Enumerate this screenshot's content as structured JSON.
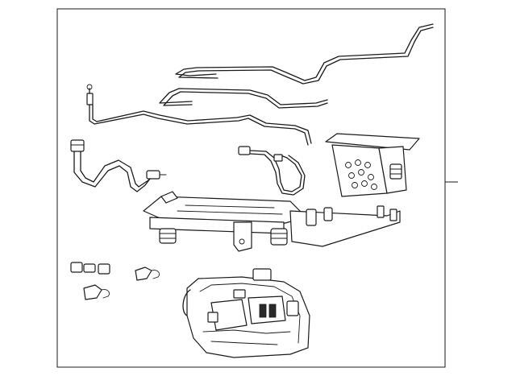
{
  "diagram": {
    "frame_stroke": "#1a1a1a",
    "background": "#ffffff",
    "parts": [
      {
        "name": "brake-line-upper",
        "icon": "tube-line"
      },
      {
        "name": "brake-line-middle",
        "icon": "tube-line"
      },
      {
        "name": "brake-line-lower",
        "icon": "tube-line"
      },
      {
        "name": "vacuum-hose",
        "icon": "hose"
      },
      {
        "name": "sensor-harness",
        "icon": "wire-harness"
      },
      {
        "name": "control-module",
        "icon": "module"
      },
      {
        "name": "mounting-bracket-assembly",
        "icon": "bracket"
      },
      {
        "name": "connector-clips",
        "icon": "clip"
      },
      {
        "name": "pump-motor-unit",
        "icon": "pump"
      }
    ]
  }
}
